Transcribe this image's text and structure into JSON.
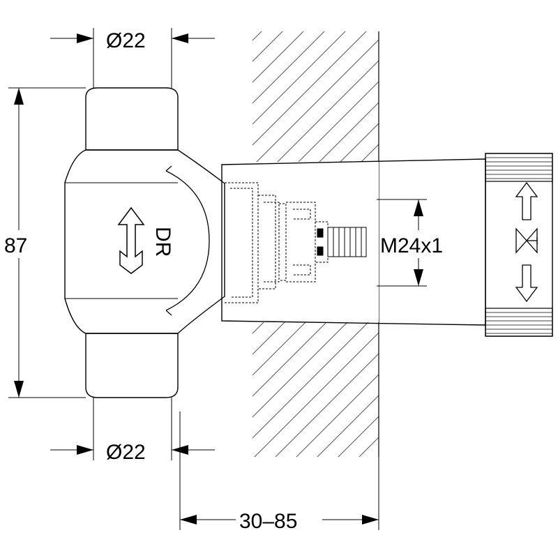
{
  "dimensions": {
    "top_diameter": "Ø22",
    "bottom_diameter": "Ø22",
    "height": "87",
    "wall_depth": "30–85",
    "thread": "M24x1"
  },
  "body_marking": "DR"
}
